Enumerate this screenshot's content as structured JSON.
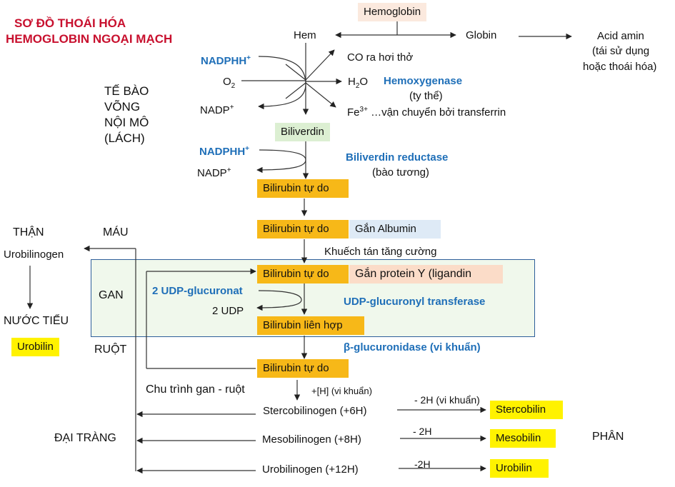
{
  "title": {
    "line1": "SƠ ĐỒ THOÁI HÓA",
    "line2": "HEMOGLOBIN NGOẠI MẠCH"
  },
  "hemoglobin": "Hemoglobin",
  "hem": "Hem",
  "globin": "Globin",
  "acid_amin": {
    "line1": "Acid amin",
    "line2": "(tái sử dụng",
    "line3": "hoặc thoái hóa)"
  },
  "cell": {
    "line1": "TẾ BÀO",
    "line2": "VÕNG",
    "line3": "NỘI MÔ",
    "line4": "(LÁCH)"
  },
  "hem_reaction": {
    "nadphh": "NADPHH",
    "o2": "O",
    "nadp": "NADP",
    "co": "CO ra hơi thở",
    "h2o": "H",
    "h2o_tail": "O",
    "fe": "Fe",
    "fe_charge": "3+",
    "fe_tail": " …vận chuyển bởi transferrin",
    "enzyme": "Hemoxygenase",
    "enzyme_loc": "(ty thể)"
  },
  "biliverdin": "Biliverdin",
  "bv_reaction": {
    "nadphh": "NADPHH",
    "nadp": "NADP",
    "enzyme": "Biliverdin reductase",
    "enzyme_loc": "(bào tương)"
  },
  "bilirubin_free": "Bilirubin tự do",
  "gan_albumin": "Gắn Albumin",
  "than": "THẬN",
  "mau": "MÁU",
  "urobilinogen_left": "Urobilinogen",
  "khuech_tan": "Khuếch tán tăng cường",
  "gan": "GAN",
  "gan_protein": "Gắn protein Y (ligandin",
  "udp_glucuronat": "2 UDP-glucuronat",
  "udp": "2 UDP",
  "udp_enzyme": "UDP-glucuronyl transferase",
  "bilirubin_conj": "Bilirubin liên hợp",
  "nuoc_tieu": "NƯỚC TIỂU",
  "urobilin_left": "Urobilin",
  "ruot": "RUỘT",
  "beta_enzyme": "β-glucuronidase (vi khuẩn)",
  "chu_trinh": "Chu trình gan - ruột",
  "h_add": "+[H] (vi khuẩn)",
  "stercobilinogen": "Stercobilinogen (+6H)",
  "minus_2h_vk": "- 2H (vi khuẩn)",
  "stercobilin": "Stercobilin",
  "dai_trang": "ĐẠI TRÀNG",
  "mesobilinogen": "Mesobilinogen (+8H)",
  "minus_2h": "- 2H",
  "mesobilin": "Mesobilin",
  "phan": "PHÂN",
  "urobilinogen_bottom": "Urobilinogen (+12H)",
  "minus2h": "-2H",
  "urobilin_bottom": "Urobilin",
  "colors": {
    "orange": "#f7b818",
    "yellow": "#fff200",
    "blue": "#1f6fb8",
    "red": "#c8102e"
  }
}
